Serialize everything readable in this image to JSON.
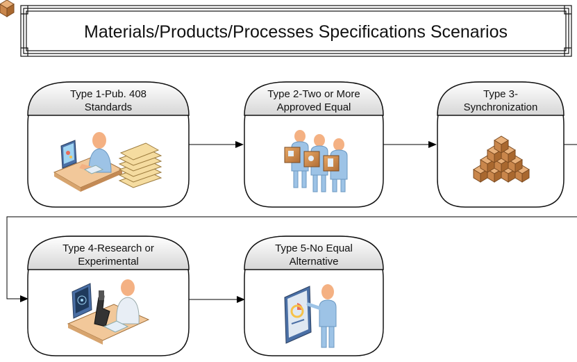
{
  "title": "Materials/Products/Processes Specifications Scenarios",
  "steps": [
    {
      "line1": "Type 1-Pub. 408",
      "line2": "Standards",
      "icon": "person-at-desk-with-books-icon"
    },
    {
      "line1": "Type 2-Two or More",
      "line2": "Approved Equal",
      "icon": "people-carrying-boxes-icon"
    },
    {
      "line1": "Type 3-",
      "line2": "Synchronization",
      "icon": "stacked-boxes-icon"
    },
    {
      "line1": "Type 4-Research or",
      "line2": "Experimental",
      "icon": "scientist-with-microscope-icon"
    },
    {
      "line1": "Type 5-No Equal",
      "line2": "Alternative",
      "icon": "presenter-at-board-icon"
    }
  ],
  "colors": {
    "box_stroke": "#111111",
    "header_gradient_top": "#ffffff",
    "header_gradient_bottom": "#d9d9d9",
    "skin": "#f4b183",
    "shirt": "#9dc3e6",
    "box_brown": "#c9864b",
    "desk": "#f2c89a"
  }
}
